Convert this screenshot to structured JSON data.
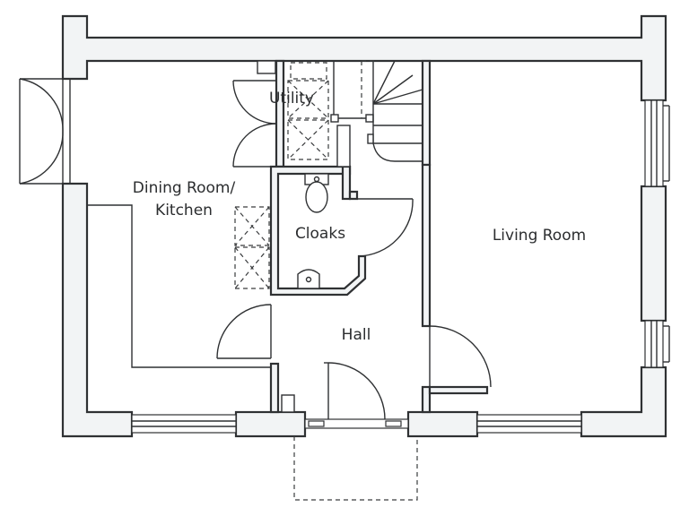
{
  "rooms": {
    "utility": "Utility",
    "dining_line1": "Dining Room/",
    "dining_line2": "Kitchen",
    "cloaks": "Cloaks",
    "living": "Living Room",
    "hall": "Hall"
  },
  "colors": {
    "wall_fill": "#f2f4f5",
    "line": "#2f3133",
    "background": "#ffffff"
  }
}
